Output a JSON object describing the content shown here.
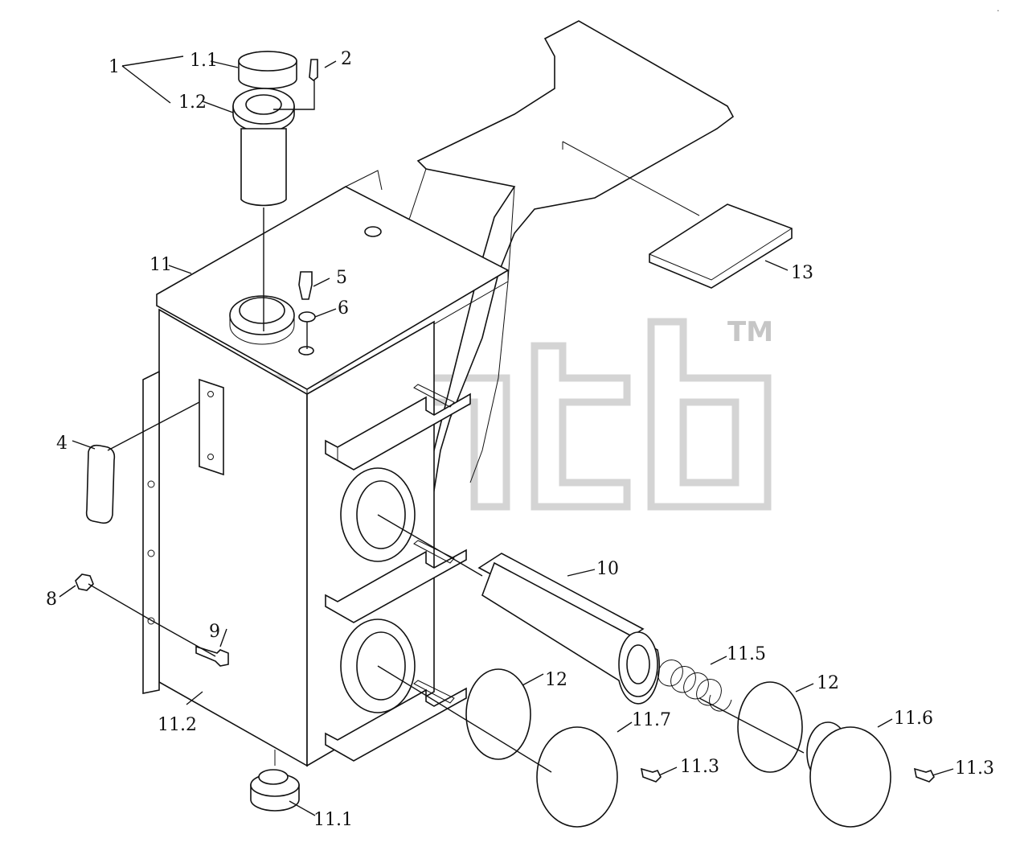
{
  "diagram": {
    "callouts": [
      {
        "id": "c-1",
        "text": "1"
      },
      {
        "id": "c-1-1",
        "text": "1.1"
      },
      {
        "id": "c-1-2",
        "text": "1.2"
      },
      {
        "id": "c-2",
        "text": "2"
      },
      {
        "id": "c-4",
        "text": "4"
      },
      {
        "id": "c-5",
        "text": "5"
      },
      {
        "id": "c-6",
        "text": "6"
      },
      {
        "id": "c-8",
        "text": "8"
      },
      {
        "id": "c-9",
        "text": "9"
      },
      {
        "id": "c-10",
        "text": "10"
      },
      {
        "id": "c-11",
        "text": "11"
      },
      {
        "id": "c-11-1",
        "text": "11.1"
      },
      {
        "id": "c-11-2",
        "text": "11.2"
      },
      {
        "id": "c-11-3a",
        "text": "11.3"
      },
      {
        "id": "c-11-3b",
        "text": "11.3"
      },
      {
        "id": "c-11-5",
        "text": "11.5"
      },
      {
        "id": "c-11-6",
        "text": "11.6"
      },
      {
        "id": "c-11-7",
        "text": "11.7"
      },
      {
        "id": "c-12a",
        "text": "12"
      },
      {
        "id": "c-12b",
        "text": "12"
      },
      {
        "id": "c-13",
        "text": "13"
      }
    ]
  },
  "watermark": {
    "trademark": "TM"
  },
  "corner_mark": "."
}
